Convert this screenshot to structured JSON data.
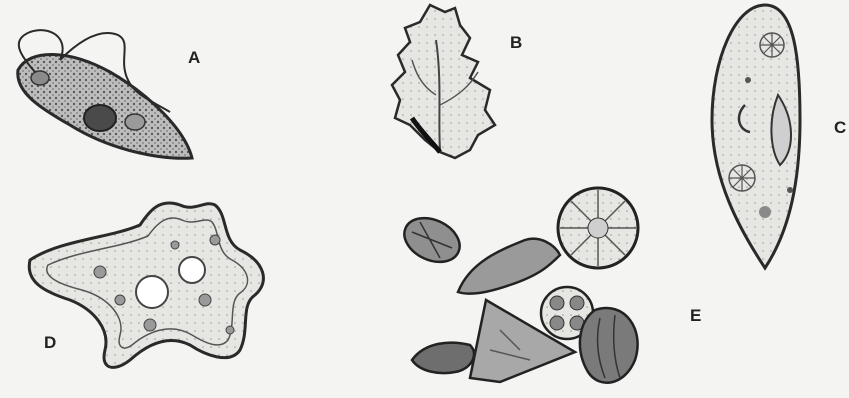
{
  "labels": {
    "a": "A",
    "b": "B",
    "c": "C",
    "d": "D",
    "e": "E"
  },
  "organisms": [
    {
      "id": "a",
      "icon": "euglena-icon"
    },
    {
      "id": "b",
      "icon": "multicellular-alga-icon"
    },
    {
      "id": "c",
      "icon": "paramecium-icon"
    },
    {
      "id": "d",
      "icon": "amoeba-icon"
    },
    {
      "id": "e",
      "icon": "diatoms-plankton-icon"
    }
  ],
  "colors": {
    "ink": "#2a2a2a",
    "shade": "#6e6e6e",
    "background": "#f4f4f2"
  }
}
